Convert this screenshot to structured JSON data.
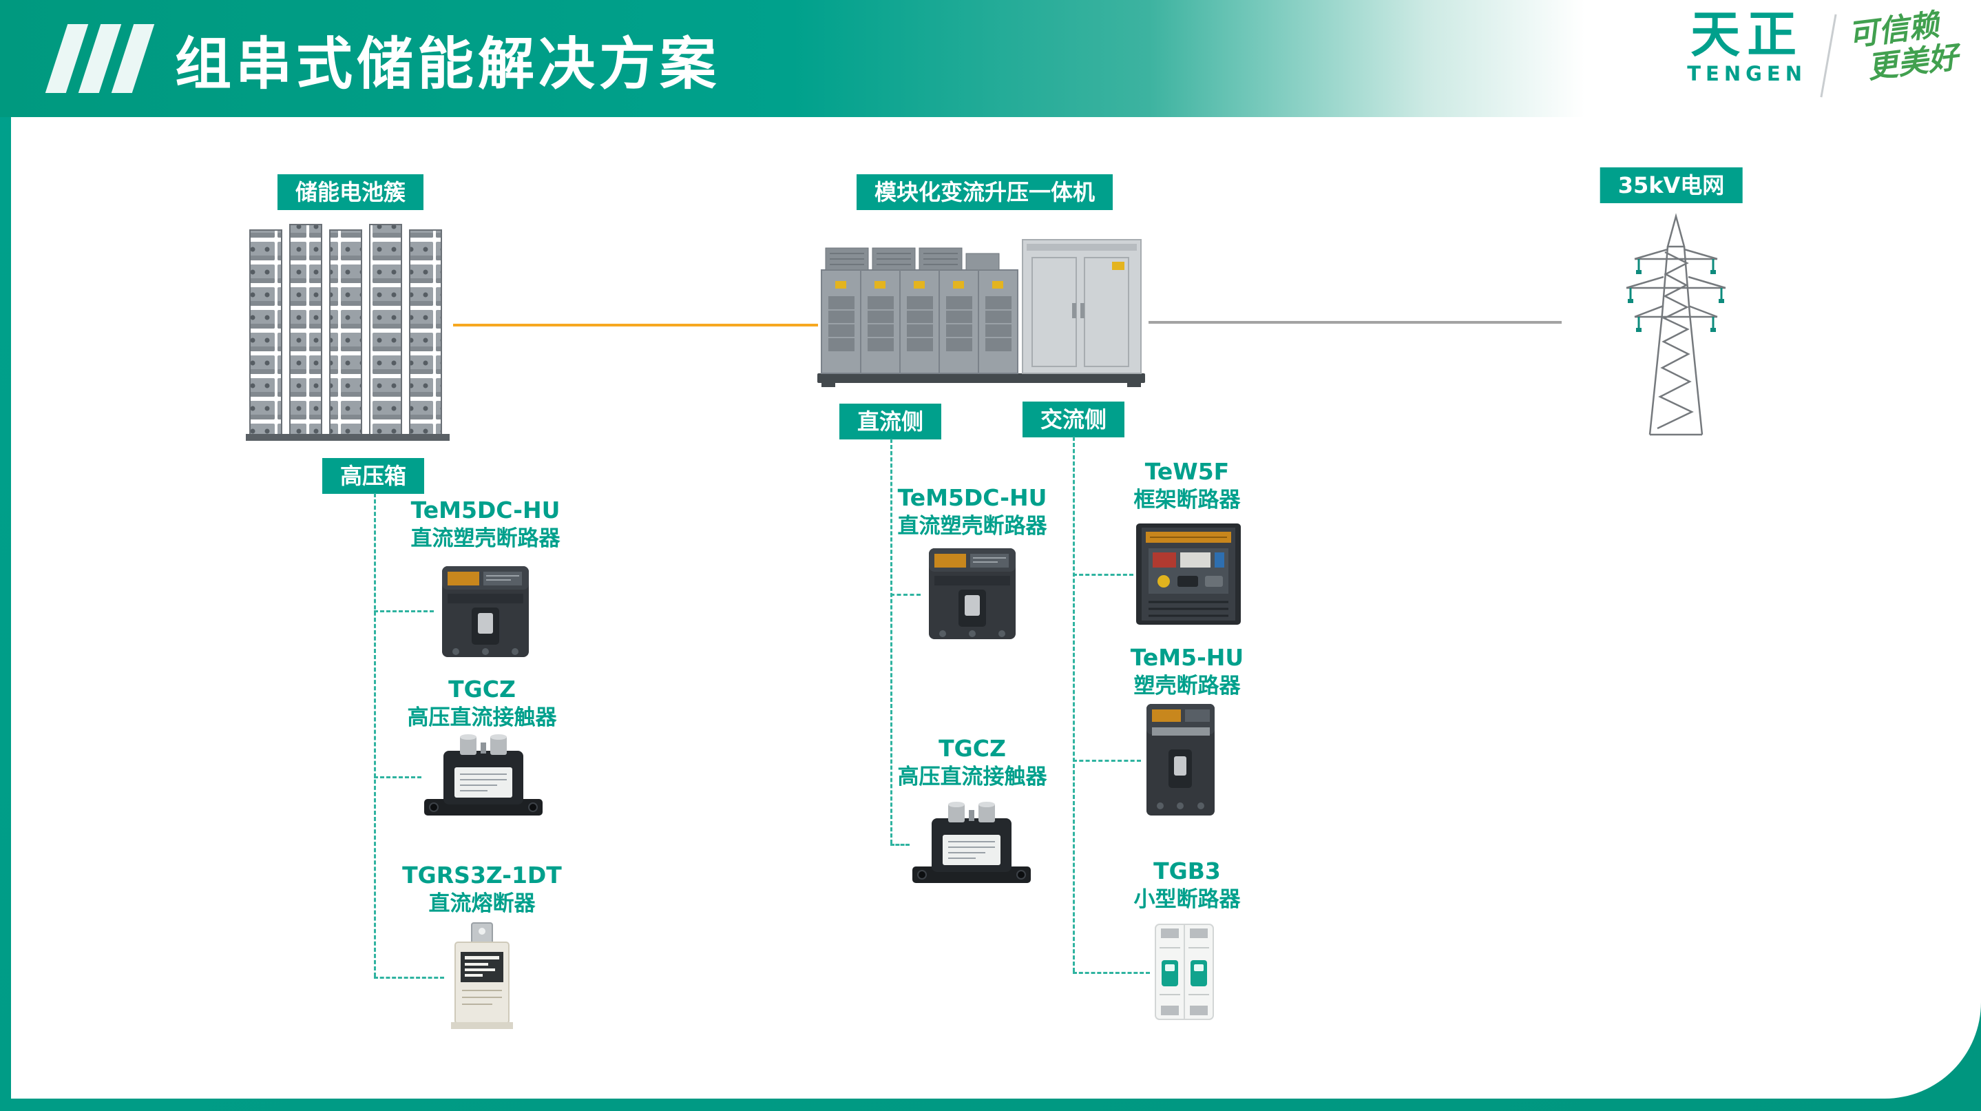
{
  "header": {
    "title": "组串式储能解决方案",
    "brand": {
      "name": "天正",
      "latin": "TENGEN",
      "slogan1": "可信赖",
      "slogan2": "更美好"
    }
  },
  "labels": {
    "battery": "储能电池簇",
    "hv_box": "高压箱",
    "pcs": "模块化变流升压一体机",
    "grid": "35kV电网",
    "dc_side": "直流侧",
    "ac_side": "交流侧"
  },
  "products": {
    "left": [
      {
        "model": "TeM5DC-HU",
        "desc": "直流塑壳断路器"
      },
      {
        "model": "TGCZ",
        "desc": "高压直流接触器"
      },
      {
        "model": "TGRS3Z-1DT",
        "desc": "直流熔断器"
      }
    ],
    "middle": [
      {
        "model": "TeM5DC-HU",
        "desc": "直流塑壳断路器"
      },
      {
        "model": "TGCZ",
        "desc": "高压直流接触器"
      }
    ],
    "right": [
      {
        "model": "TeW5F",
        "desc": "框架断路器"
      },
      {
        "model": "TeM5-HU",
        "desc": "塑壳断路器"
      },
      {
        "model": "TGB3",
        "desc": "小型断路器"
      }
    ]
  },
  "colors": {
    "accent_teal": "#00A08C",
    "dc_line_orange": "#F6A820",
    "ac_line_gray": "#A3A3A3",
    "connector_dash": "#2FB3A0",
    "slogan_green": "#41A04F"
  }
}
